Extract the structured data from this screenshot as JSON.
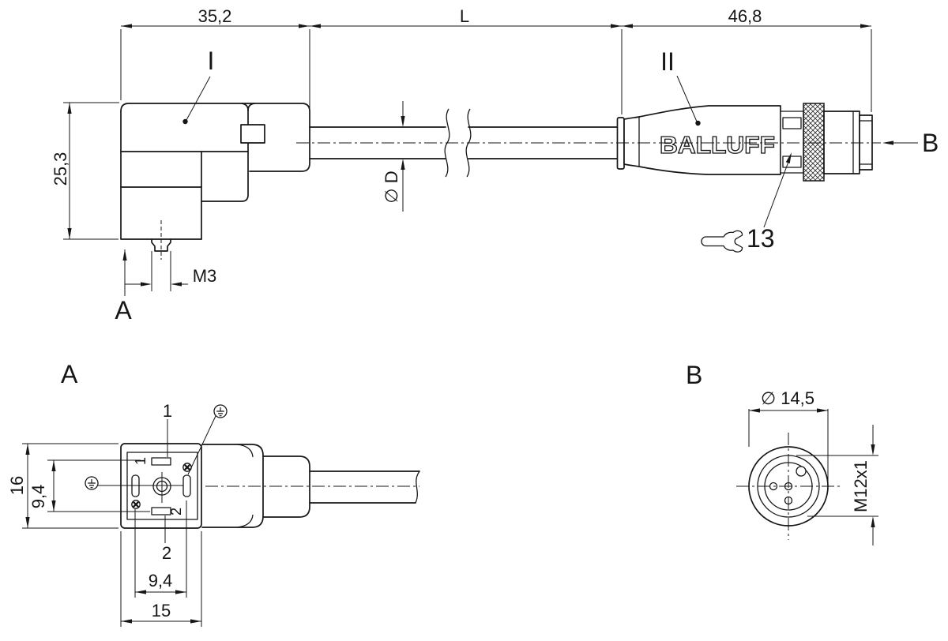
{
  "top_view": {
    "label_connector1": "I",
    "label_connector2": "II",
    "dim_connector1_width": "35,2",
    "dim_cable_length": "L",
    "dim_connector2_length": "46,8",
    "dim_connector1_height": "25,3",
    "dim_center_screw_thread": "M3",
    "dim_cable_diameter": "∅ D",
    "view_arrow_a_label": "A",
    "view_arrow_b_label": "B",
    "brand_marking": "BALLUFF",
    "wrench_size": "13"
  },
  "view_a": {
    "title": "A",
    "pin1_label": "1",
    "pin2_label": "2",
    "pin1_face_label": "1",
    "pin2_face_label": "2",
    "dim_face_height": "16",
    "dim_pin_spacing_vertical": "9,4",
    "dim_pin_spacing_horizontal": "9,4",
    "dim_face_width": "15"
  },
  "view_b": {
    "title": "B",
    "dim_outer_diameter": "∅ 14,5",
    "dim_thread": "M12x1"
  }
}
